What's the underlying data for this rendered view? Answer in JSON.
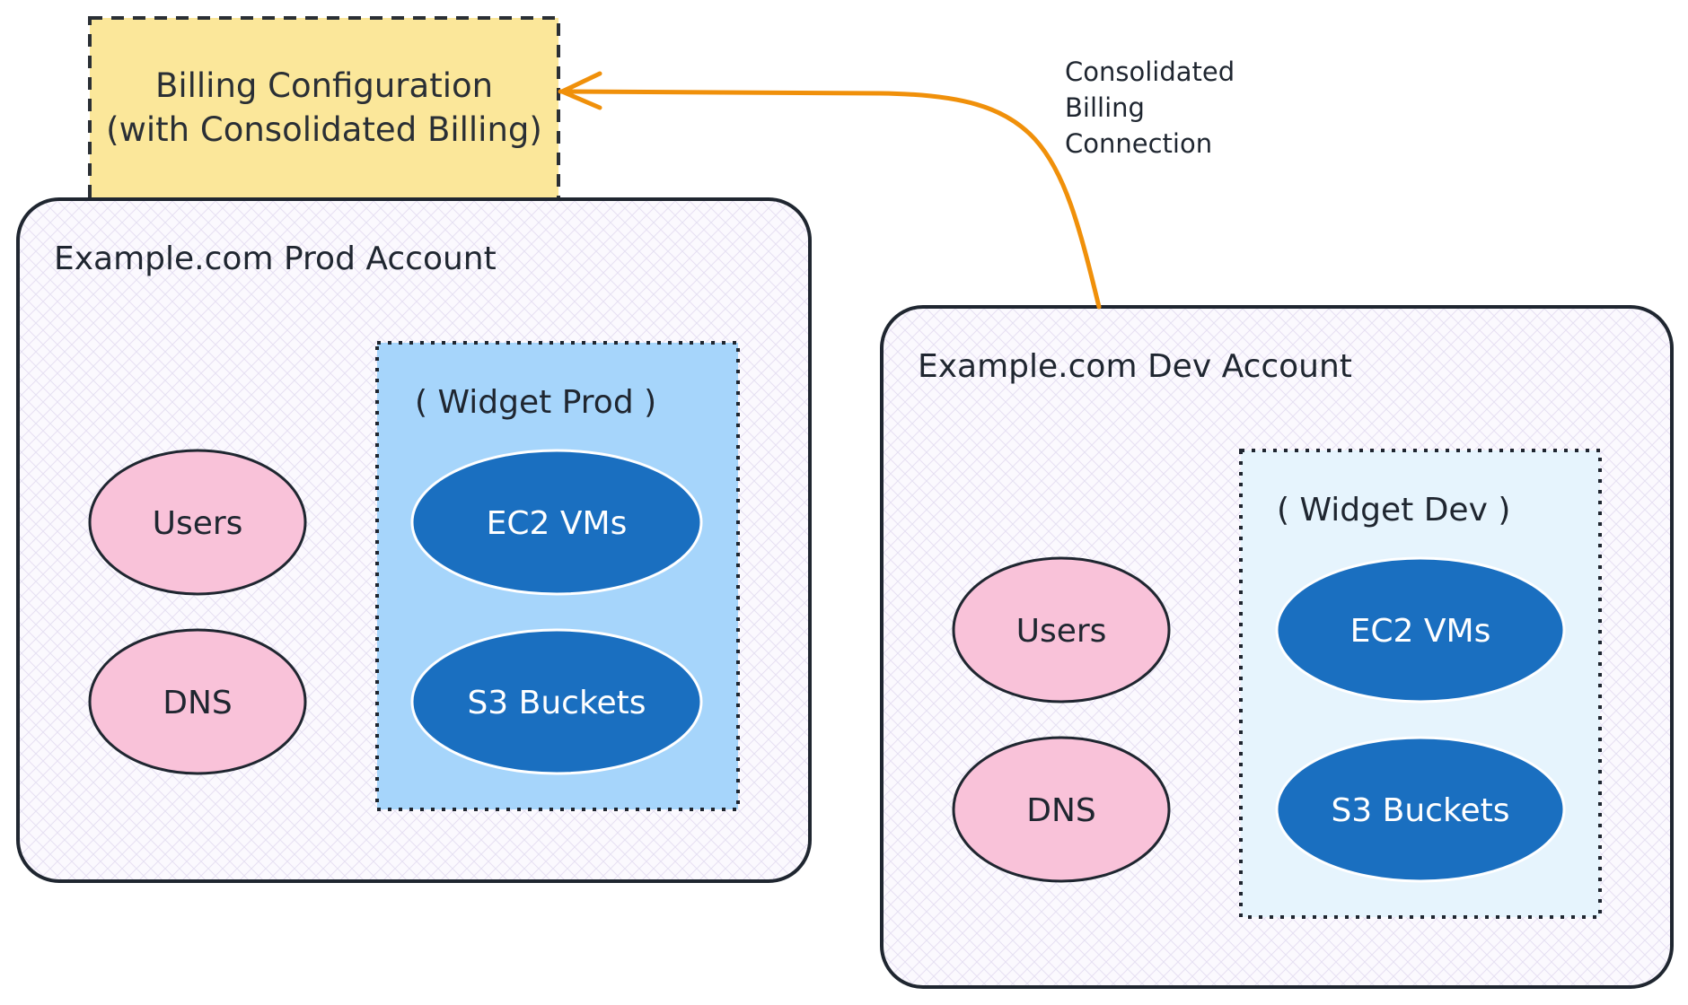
{
  "billing": {
    "line1": "Billing Configuration",
    "line2": "(with Consolidated Billing)"
  },
  "edge": {
    "line1": "Consolidated",
    "line2": "Billing",
    "line3": "Connection",
    "color": "#f0900a"
  },
  "prod": {
    "title": "Example.com Prod Account",
    "users": "Users",
    "dns": "DNS",
    "group_title": "( Widget Prod )",
    "ec2": "EC2 VMs",
    "s3": "S3 Buckets"
  },
  "dev": {
    "title": "Example.com Dev Account",
    "users": "Users",
    "dns": "DNS",
    "group_title": "( Widget Dev )",
    "ec2": "EC2 VMs",
    "s3": "S3 Buckets"
  },
  "colors": {
    "billing_fill": "#fbe79a",
    "account_fill": "#fbf9fe",
    "pink_node": "#f9c2d9",
    "blue_node": "#1a6fc0",
    "prod_group_fill": "#a6d5fb",
    "dev_group_fill": "#e6f4fd"
  }
}
